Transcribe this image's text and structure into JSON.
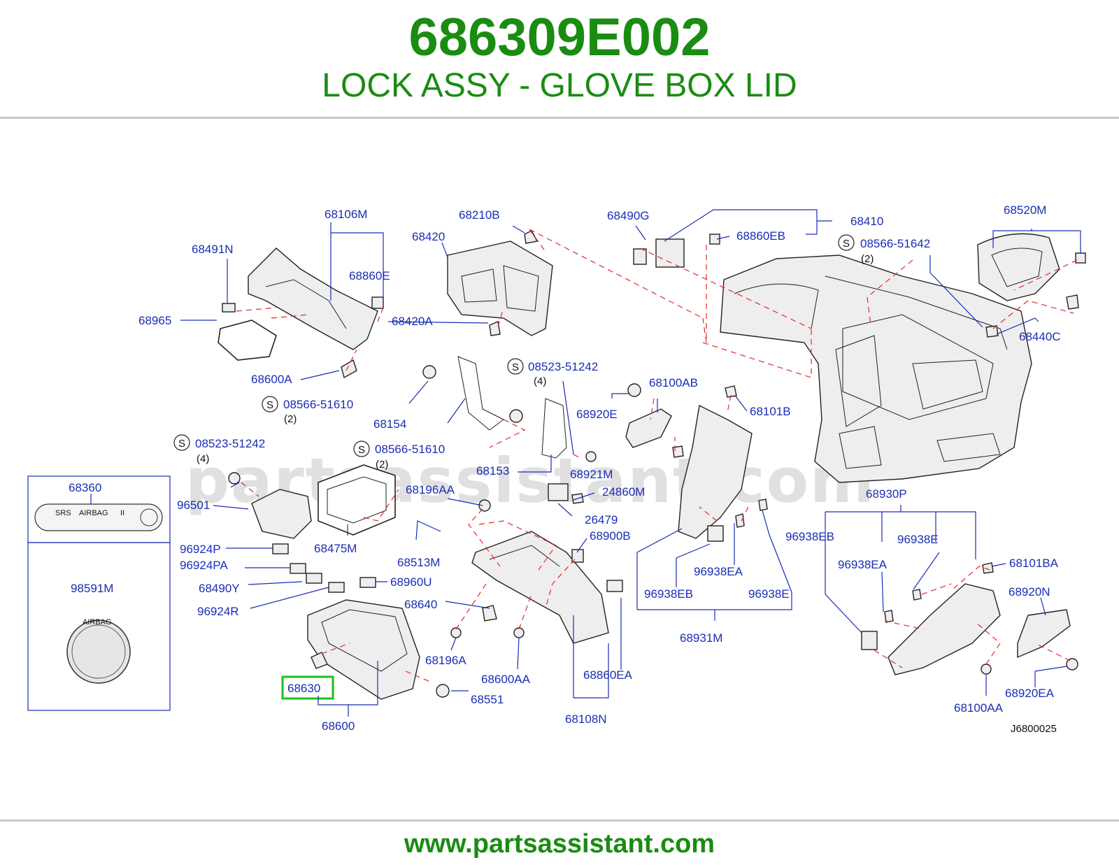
{
  "header": {
    "part_number": "686309E002",
    "part_name": "LOCK ASSY - GLOVE BOX LID"
  },
  "watermark": "partsassistant.com",
  "footer": {
    "url": "www.partsassistant.com"
  },
  "diagram": {
    "ref_code": "J6800025",
    "highlighted_part": "68630",
    "highlight_color": "#1fbf1f",
    "label_color": "#1a2db4",
    "dash_color": "#e8262a",
    "labels": {
      "p68106M": "68106M",
      "p68491N": "68491N",
      "p68860E": "68860E",
      "p68965": "68965",
      "p68600A": "68600A",
      "s08566_51610_a": "08566-51610",
      "q2a": "(2)",
      "p68210B": "68210B",
      "p68420": "68420",
      "p68420A": "68420A",
      "p68490G": "68490G",
      "p68860EB": "68860EB",
      "p68410": "68410",
      "s08566_51642": "08566-51642",
      "q2b": "(2)",
      "p68520M": "68520M",
      "p68440C": "68440C",
      "s08523_51242_a": "08523-51242",
      "q4a": "(4)",
      "p68154": "68154",
      "p68100AB": "68100AB",
      "p68920E": "68920E",
      "p68101B": "68101B",
      "p68153": "68153",
      "p68921M": "68921M",
      "s08523_51242_b": "08523-51242",
      "q4b": "(4)",
      "s08566_51610_b": "08566-51610",
      "q2c": "(2)",
      "p68360": "68360",
      "srs": "SRS",
      "airbag": "AIRBAG",
      "two": "II",
      "p96501": "96501",
      "p68196AA": "68196AA",
      "p24860M": "24860M",
      "p26479": "26479",
      "p68475M": "68475M",
      "p96924P": "96924P",
      "p96924PA": "96924PA",
      "p68490Y": "68490Y",
      "p96924R": "96924R",
      "p68960U": "68960U",
      "p98591M": "98591M",
      "airbag_disc": "AIRBAG",
      "p68513M": "68513M",
      "p68900B": "68900B",
      "p68640": "68640",
      "p68196A": "68196A",
      "p68600AA": "68600AA",
      "p68860EA": "68860EA",
      "p68108N": "68108N",
      "p68630": "68630",
      "p68551": "68551",
      "p68600": "68600",
      "p96938EB_a": "96938EB",
      "p96938EA_a": "96938EA",
      "p96938EB_b": "96938EB",
      "p96938E_a": "96938E",
      "p68931M": "68931M",
      "p68930P": "68930P",
      "p96938EA_b": "96938EA",
      "p96938E_b": "96938E",
      "p68101BA": "68101BA",
      "p68920N": "68920N",
      "p68100AA": "68100AA",
      "p68920EA": "68920EA",
      "s_mark": "S"
    }
  }
}
